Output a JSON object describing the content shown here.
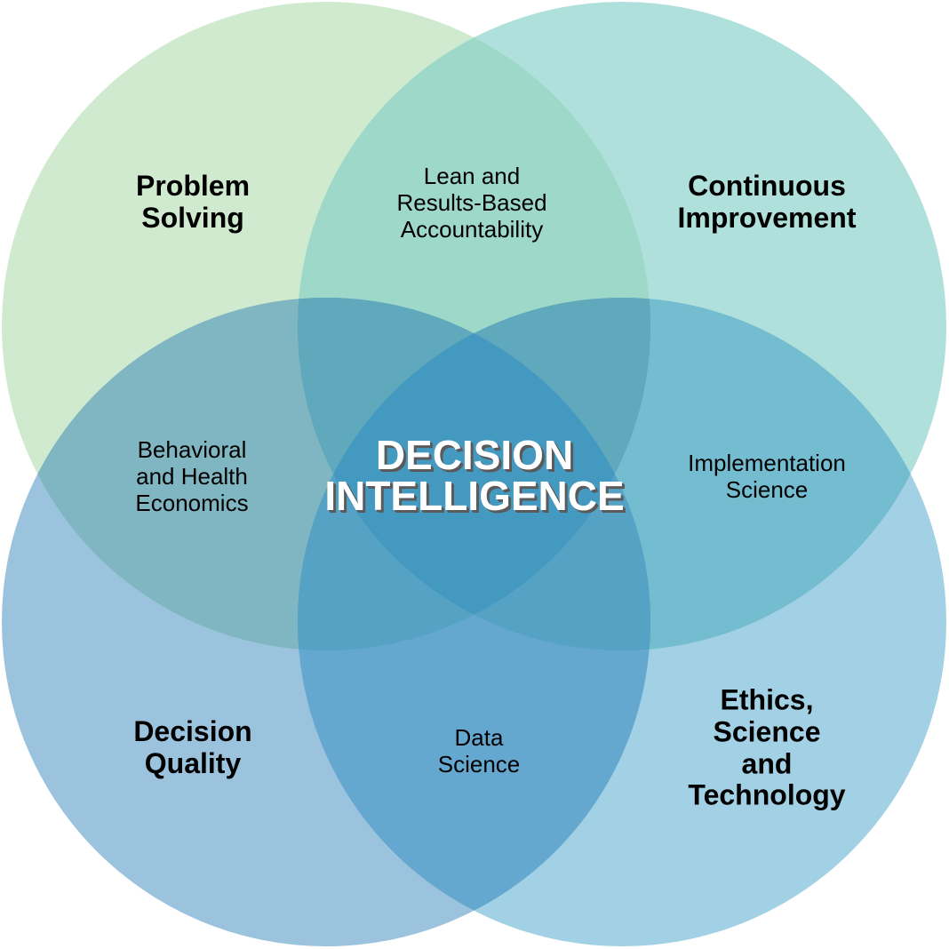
{
  "diagram": {
    "type": "venn",
    "circle_count": 4,
    "center_label": "DECISION\nINTELLIGENCE",
    "circles": [
      {
        "id": "top-left",
        "label": "Problem\nSolving",
        "color": "#cfeacf"
      },
      {
        "id": "top-right",
        "label": "Continuous\nImprovement",
        "color": "#afe0dc"
      },
      {
        "id": "bottom-left",
        "label": "Decision\nQuality",
        "color": "#9cc3de"
      },
      {
        "id": "bottom-right",
        "label": "Ethics, Science\nand Technology",
        "color": "#a2d0e4"
      }
    ],
    "overlaps": [
      {
        "between": [
          "top-left",
          "top-right"
        ],
        "label": "Lean and\nResults-Based\nAccountability"
      },
      {
        "between": [
          "top-left",
          "bottom-left"
        ],
        "label": "Behavioral\nand Health\nEconomics"
      },
      {
        "between": [
          "top-right",
          "bottom-right"
        ],
        "label": "Implementation\nScience"
      },
      {
        "between": [
          "bottom-left",
          "bottom-right"
        ],
        "label": "Data\nScience"
      }
    ],
    "center_color": "#4499c0"
  }
}
